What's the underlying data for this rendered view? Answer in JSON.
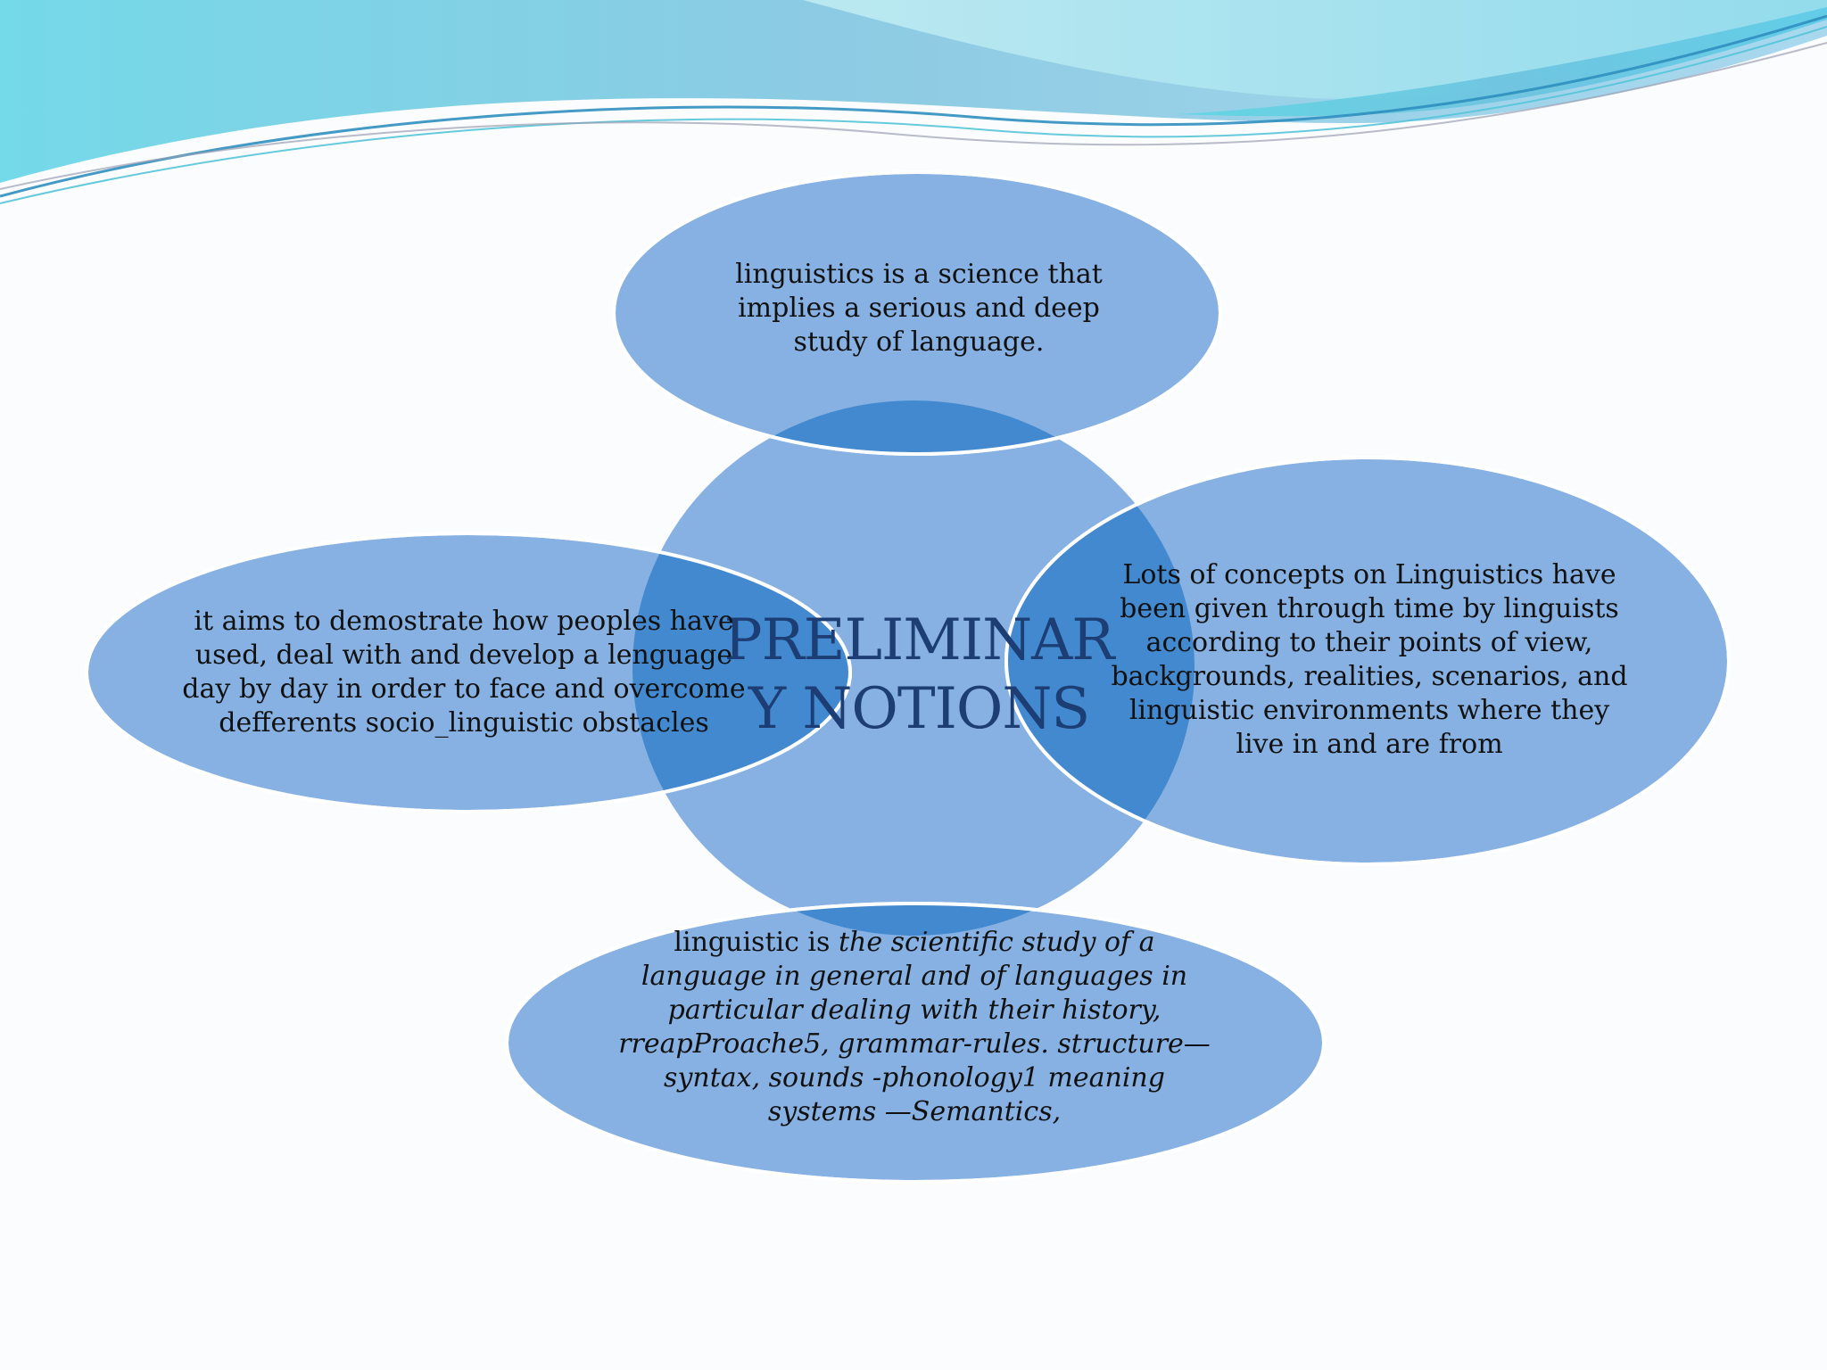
{
  "colors": {
    "ellipse_fill": "#6ea2dc",
    "ellipse_overlap": "#3f85cc",
    "ellipse_stroke": "#ffffff",
    "title_color": "#1c3e74",
    "wave_light": "#9fd9ea",
    "wave_cyan": "#5ad6e4",
    "wave_blue": "#3f93c6",
    "background": "#fbfcfd"
  },
  "diagram": {
    "center": {
      "title_line1": "PRELIMINAR",
      "title_line2": "Y NOTIONS"
    },
    "top": {
      "lines": [
        "linguistics  is a science that",
        "implies a serious  and deep",
        "study of language."
      ]
    },
    "left": {
      "lines": [
        "it  aims to demostrate how peoples have",
        "used, deal with and develop a lenguage",
        "day by day in order to face and overcome",
        "defferents socio_linguistic obstacles"
      ]
    },
    "right": {
      "lines": [
        "Lots of concepts on Linguistics have",
        "been given through time by linguists",
        "according to their points of view,",
        "backgrounds, realities, scenarios, and",
        "linguistic environments where they",
        "live in and are from"
      ]
    },
    "bottom": {
      "line1_prefix": "linguistic is ",
      "line1_italic": "the scientific study of a",
      "lines": [
        "language in general and of languages in",
        "particular dealing with their history,",
        "rreapProache5, grammar-rules. structure—",
        "syntax, sounds -phonology1 meaning",
        "systems —Semantics,"
      ]
    }
  }
}
